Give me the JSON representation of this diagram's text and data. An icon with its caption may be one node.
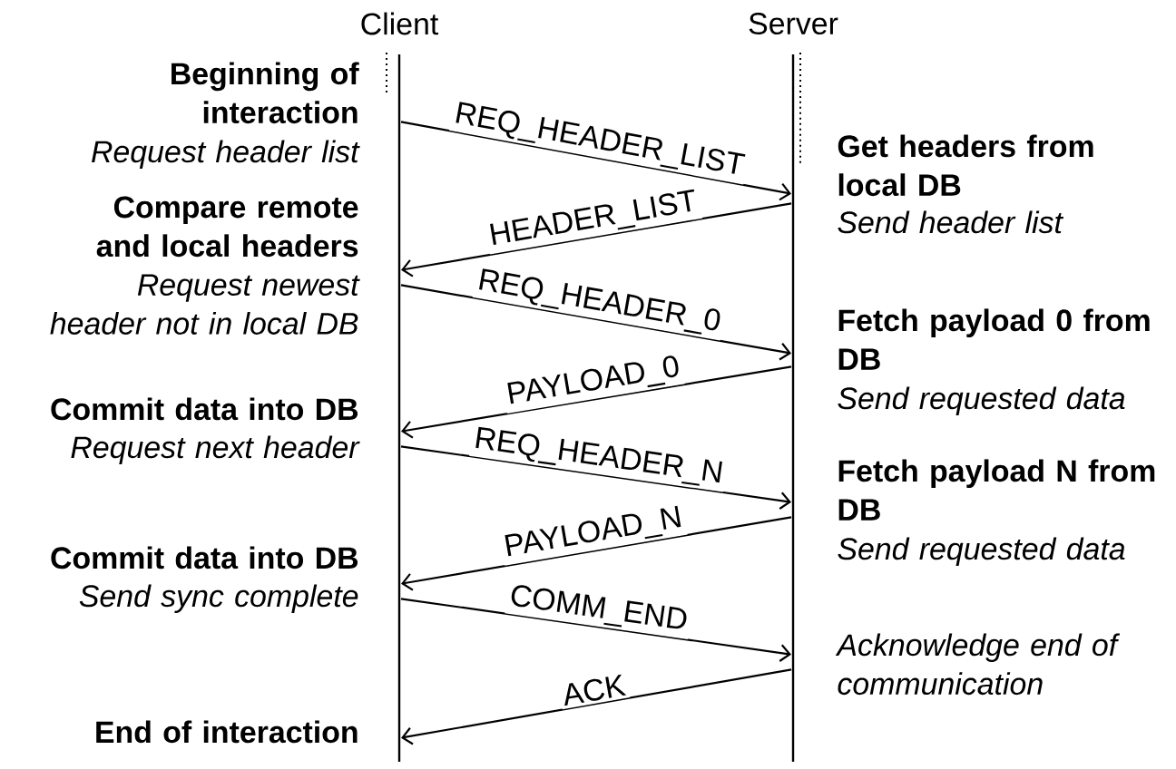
{
  "diagram": {
    "nodes": [
      {
        "text": [
          "Client"
        ]
      },
      {
        "text": [
          "Server"
        ]
      }
    ],
    "edges": [
      {
        "from": 0,
        "to": 1,
        "arrow": "to",
        "label": "REQ_HEADER_LIST"
      },
      {
        "from": 1,
        "to": 0,
        "arrow": "to",
        "label": "HEADER_LIST"
      },
      {
        "from": 0,
        "to": 1,
        "arrow": "to",
        "label": "REQ_HEADER_0"
      },
      {
        "from": 1,
        "to": 0,
        "arrow": "to",
        "label": "PAYLOAD_0"
      },
      {
        "from": 0,
        "to": 1,
        "arrow": "to",
        "label": "REQ_HEADER_N"
      },
      {
        "from": 1,
        "to": 0,
        "arrow": "to",
        "label": "PAYLOAD_N"
      },
      {
        "from": 0,
        "to": 1,
        "arrow": "to",
        "label": "COMM_END"
      },
      {
        "from": 1,
        "to": 0,
        "arrow": "to",
        "label": "ACK"
      }
    ],
    "labels": [
      "Beginning of interaction",
      "Request header list",
      "Get headers from local DB",
      "Send header list",
      "Compare remote and local headers",
      "Request newest header not in local DB",
      "Fetch payload 0 from DB",
      "Commit data into DB",
      "Send requested data",
      "Request next header",
      "Fetch payload N from DB",
      "Commit data into DB",
      "Send requested data",
      "Send sync complete",
      "Acknowledge end of communication",
      "End of interaction"
    ]
  }
}
